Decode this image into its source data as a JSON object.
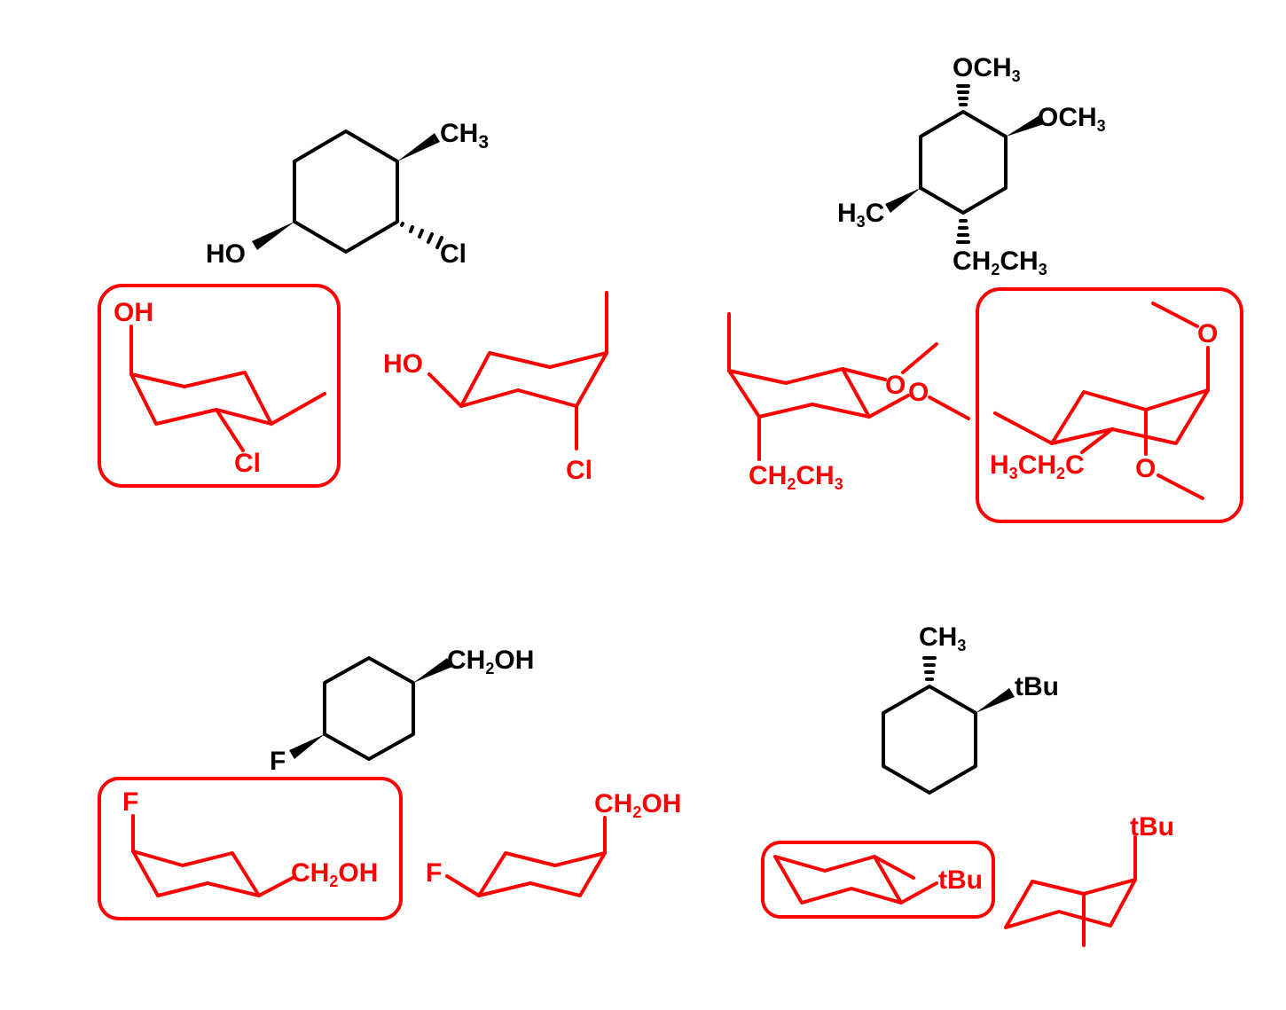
{
  "colors": {
    "structure": "#000000",
    "conformer": "#ff0000",
    "highlight_box": "#ff0000"
  },
  "molecules": [
    {
      "id": "top-left",
      "structure": {
        "substituents": {
          "ch3": "CH",
          "ch3_sub": "3",
          "cl": "Cl",
          "ho": "HO"
        }
      },
      "conformers": [
        {
          "preferred": true,
          "labels": {
            "oh": "OH",
            "cl": "Cl"
          }
        },
        {
          "preferred": false,
          "labels": {
            "ho": "HO",
            "cl": "Cl"
          }
        }
      ]
    },
    {
      "id": "top-right",
      "structure": {
        "substituents": {
          "och3_top": "OCH",
          "och3_top_sub": "3",
          "och3_right": "OCH",
          "och3_right_sub": "3",
          "h3c_h": "H",
          "h3c_sub": "3",
          "h3c_c": "C",
          "ethyl_a": "CH",
          "ethyl_sub1": "2",
          "ethyl_b": "CH",
          "ethyl_sub2": "3"
        }
      },
      "conformers": [
        {
          "preferred": false,
          "labels": {
            "o1": "O",
            "o2": "O",
            "ethyl_a": "CH",
            "ethyl_sub1": "2",
            "ethyl_b": "CH",
            "ethyl_sub2": "3"
          }
        },
        {
          "preferred": true,
          "labels": {
            "o1": "O",
            "o2": "O",
            "h3": "H",
            "h3_sub": "3",
            "ch": "CH",
            "ch_sub": "2",
            "c": "C"
          }
        }
      ]
    },
    {
      "id": "bottom-left",
      "structure": {
        "substituents": {
          "ch2oh_a": "CH",
          "ch2oh_sub": "2",
          "ch2oh_b": "OH",
          "f": "F"
        }
      },
      "conformers": [
        {
          "preferred": true,
          "labels": {
            "f": "F",
            "ch2oh_a": "CH",
            "ch2oh_sub": "2",
            "ch2oh_b": "OH"
          }
        },
        {
          "preferred": false,
          "labels": {
            "f": "F",
            "ch2oh_a": "CH",
            "ch2oh_sub": "2",
            "ch2oh_b": "OH"
          }
        }
      ]
    },
    {
      "id": "bottom-right",
      "structure": {
        "substituents": {
          "ch3": "CH",
          "ch3_sub": "3",
          "tbu": "tBu"
        }
      },
      "conformers": [
        {
          "preferred": true,
          "labels": {
            "tbu": "tBu"
          }
        },
        {
          "preferred": false,
          "labels": {
            "tbu": "tBu"
          }
        }
      ]
    }
  ]
}
